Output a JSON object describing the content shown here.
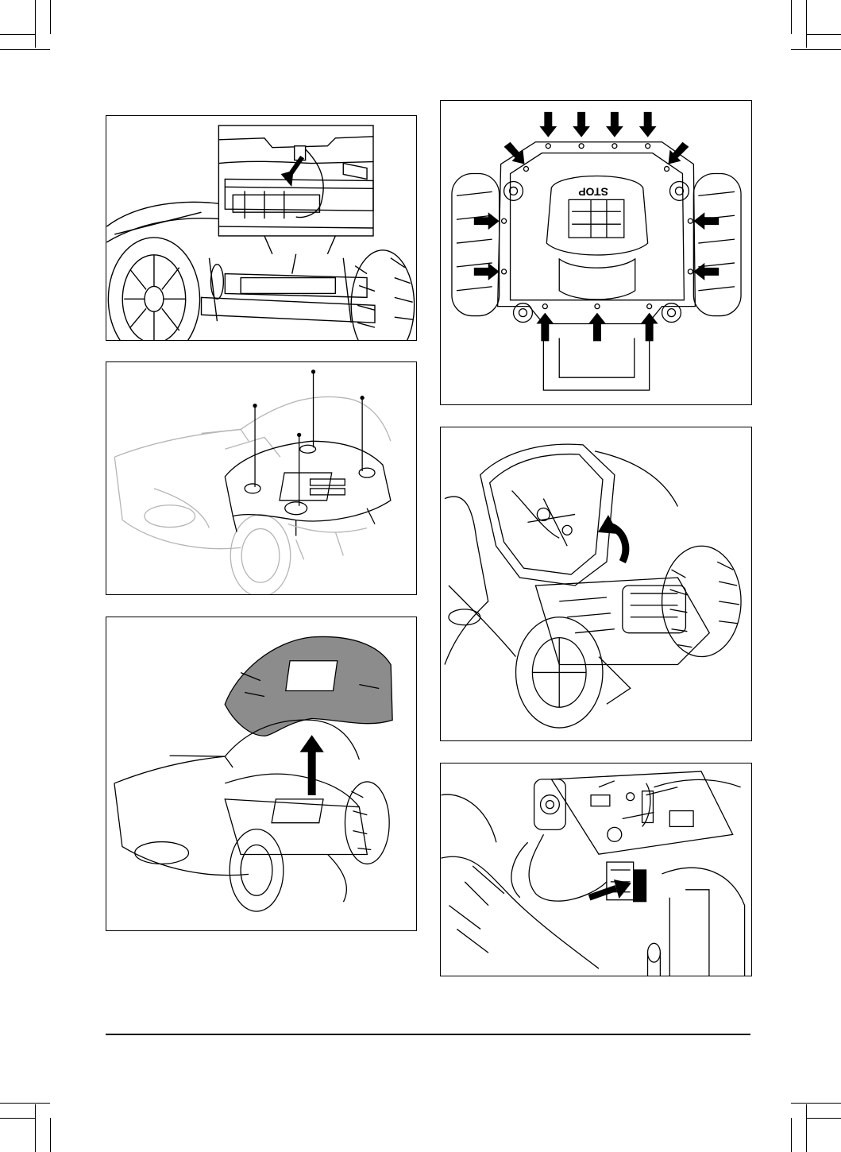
{
  "page": {
    "figures": [
      {
        "id": "fig1",
        "icon": "battery-connector-detail"
      },
      {
        "id": "fig2",
        "icon": "mower-body-screw-points"
      },
      {
        "id": "fig3",
        "icon": "lift-body-off"
      },
      {
        "id": "fig4",
        "icon": "chassis-screws-underside"
      },
      {
        "id": "fig5",
        "icon": "lift-chassis-cover"
      },
      {
        "id": "fig6",
        "icon": "connect-circuit-board-cable"
      }
    ],
    "stop_label": "STOP",
    "colors": {
      "line": "#000000",
      "shade": "#8c8c8c",
      "faded": "#b5b5b5",
      "paper": "#ffffff"
    }
  }
}
